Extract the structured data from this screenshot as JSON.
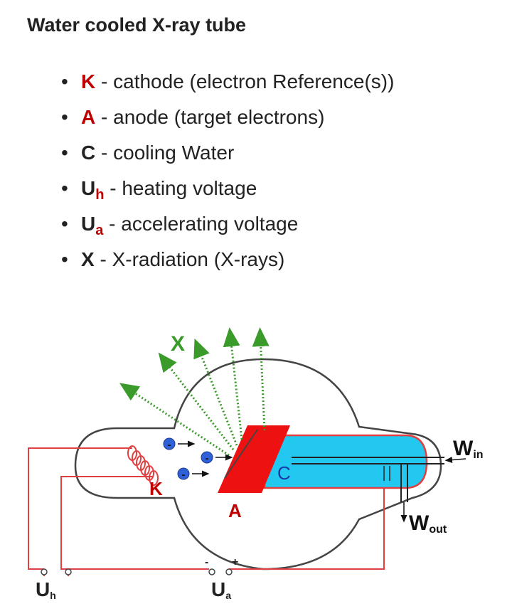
{
  "title": "Water cooled X-ray tube",
  "legend": [
    {
      "symbol": "K",
      "subscript": "",
      "text": "- cathode (electron Reference(s))",
      "color": "#c00000"
    },
    {
      "symbol": "A",
      "subscript": "",
      "text": "- anode (target electrons)",
      "color": "#c00000"
    },
    {
      "symbol": "C",
      "subscript": "",
      "text": "- cooling Water",
      "color": "#222222"
    },
    {
      "symbol": "U",
      "subscript": "h",
      "text": "- heating voltage",
      "color": "#222222"
    },
    {
      "symbol": "U",
      "subscript": "a",
      "text": "- accelerating voltage",
      "color": "#222222"
    },
    {
      "symbol": "X",
      "subscript": "",
      "text": "- X-radiation (X-rays)",
      "color": "#222222"
    }
  ],
  "diagram": {
    "label_x": "X",
    "label_k": "K",
    "label_a": "A",
    "label_c": "C",
    "label_w": "W",
    "label_w_in_sub": "in",
    "label_w_out_sub": "out",
    "label_u": "U",
    "label_uh_sub": "h",
    "label_ua_sub": "a",
    "minus_sign": "-",
    "plus_sign": "+",
    "electron_sign": "-",
    "colors": {
      "anode": "#ee1111",
      "water": "#22c8f0",
      "circuit": "#e04040",
      "xray": "#3a9a2a",
      "electron": "#3060d8"
    }
  }
}
